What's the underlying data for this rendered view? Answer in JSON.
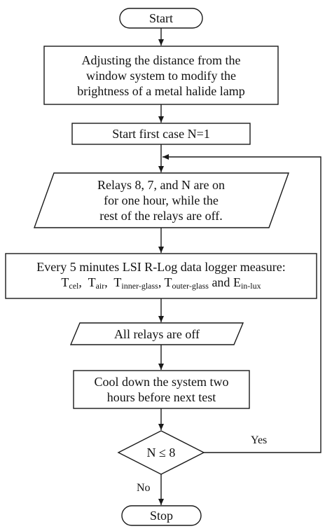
{
  "flowchart": {
    "start": "Start",
    "adjust": [
      "Adjusting the distance from the",
      "window system to modify the",
      "brightness of a metal halide lamp"
    ],
    "first_case": "Start first case N=1",
    "relays_on": [
      "Relays 8, 7, and N are on",
      "for one hour, while the",
      "rest of the relays are off."
    ],
    "measure_line1": "Every 5 minutes LSI R-Log data logger measure:",
    "measure_vars": [
      {
        "base": "T",
        "sub": "cel"
      },
      {
        "base": "T",
        "sub": "air"
      },
      {
        "base": "T",
        "sub": "inner-glass"
      },
      {
        "base": "T",
        "sub": "outer-glass"
      },
      {
        "base": "E",
        "sub": "in-lux"
      }
    ],
    "measure_and": "and",
    "all_off": "All relays are off",
    "cool_down": [
      "Cool down the system two",
      "hours before next test"
    ],
    "decision": "N ≤ 8",
    "yes_label": "Yes",
    "no_label": "No",
    "stop": "Stop"
  }
}
